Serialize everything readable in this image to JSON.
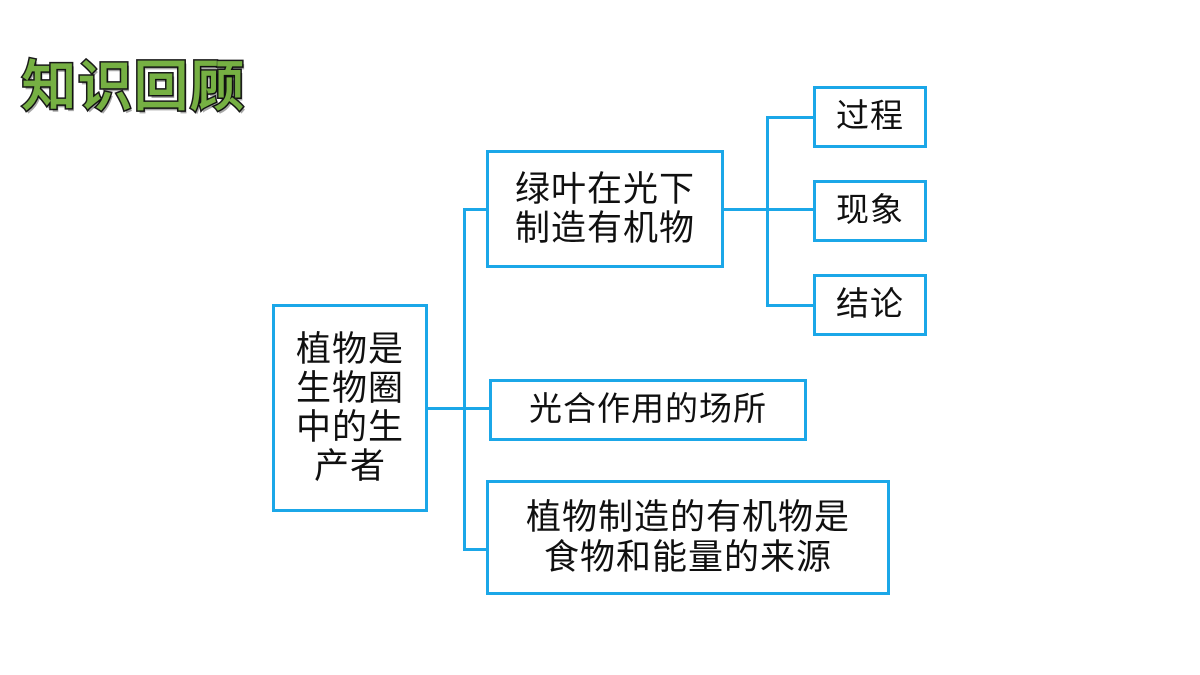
{
  "slide": {
    "title": "知识回顾",
    "background_color": "#ffffff",
    "title_color": "#76b043",
    "title_outline_color": "#1a1a1a",
    "box_border_color": "#1ba7e8",
    "connector_color": "#1ba7e8",
    "text_color": "#101010"
  },
  "diagram": {
    "type": "tree",
    "root": {
      "id": "root",
      "label": "植物是\n生物圈\n中的生\n产者"
    },
    "branches": [
      {
        "id": "leaf",
        "label": "绿叶在光下\n制造有机物",
        "children": [
          {
            "id": "process",
            "label": "过程"
          },
          {
            "id": "phenom",
            "label": "现象"
          },
          {
            "id": "conclude",
            "label": "结论"
          }
        ]
      },
      {
        "id": "site",
        "label": "光合作用的场所",
        "children": []
      },
      {
        "id": "source",
        "label": "植物制造的有机物是\n食物和能量的来源",
        "children": []
      }
    ]
  }
}
